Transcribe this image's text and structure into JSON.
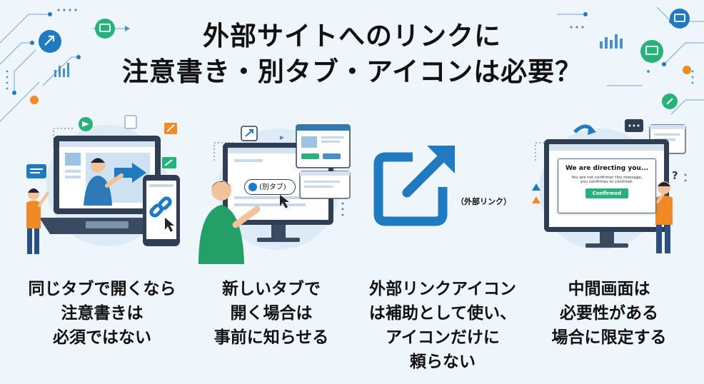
{
  "title": {
    "line1": "外部サイトへのリンクに",
    "line2": "注意書き・別タブ・アイコンは必要？"
  },
  "panels": [
    {
      "caption": [
        "同じタブで開くなら",
        "注意書きは",
        "必須ではない"
      ]
    },
    {
      "caption": [
        "新しいタブで",
        "開く場合は",
        "事前に知らせる"
      ],
      "tab_label": "(別タブ)"
    },
    {
      "caption": [
        "外部リンクアイコン",
        "は補助として使い、",
        "アイコンだけに",
        "頼らない"
      ],
      "link_label": "（外部リンク）"
    },
    {
      "caption": [
        "中間画面は",
        "必要性がある",
        "場合に限定する"
      ],
      "dialog": {
        "heading": "We are directing you...",
        "text1": "You are not confirmer this message,",
        "text2": "you confirmes to contimet.",
        "button": "Confirmed"
      },
      "question_mark": "?"
    }
  ],
  "panel1_slide_arrow": "→",
  "colors": {
    "accent_blue": "#1f7ac2",
    "accent_orange": "#f08a24",
    "accent_green": "#27b27a",
    "person_green": "#22a068"
  }
}
